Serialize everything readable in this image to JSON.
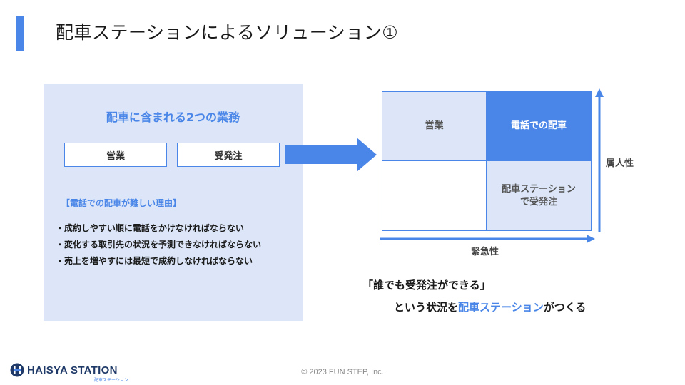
{
  "title": "配車ステーションによるソリューション①",
  "left_panel": {
    "heading": "配車に含まれる2つの業務",
    "tasks": [
      "営業",
      "受発注"
    ],
    "reason_heading": "【電話での配車が難しい理由】",
    "reasons": [
      "・成約しやすい順に電話をかけなければならない",
      "・変化する取引先の状況を予測できなければならない",
      "・売上を増やすには最短で成約しなければならない"
    ]
  },
  "matrix": {
    "top_left": "営業",
    "top_right": "電話での配車",
    "bottom_left": "",
    "bottom_right_line1": "配車ステーション",
    "bottom_right_line2": "で受発注",
    "y_axis_label": "属人性",
    "x_axis_label": "緊急性"
  },
  "quote": "「誰でも受発注ができる」",
  "conclusion": {
    "prefix": "という状況を",
    "highlight": "配車ステーション",
    "suffix": "がつくる"
  },
  "footer": {
    "logo_text": "HAISYA STATION",
    "logo_sub": "配車ステーション",
    "copyright": "© 2023 FUN STEP, Inc."
  },
  "colors": {
    "accent": "#4a86e8",
    "panel_bg": "#dce6f8",
    "text": "#1a1a1a"
  }
}
